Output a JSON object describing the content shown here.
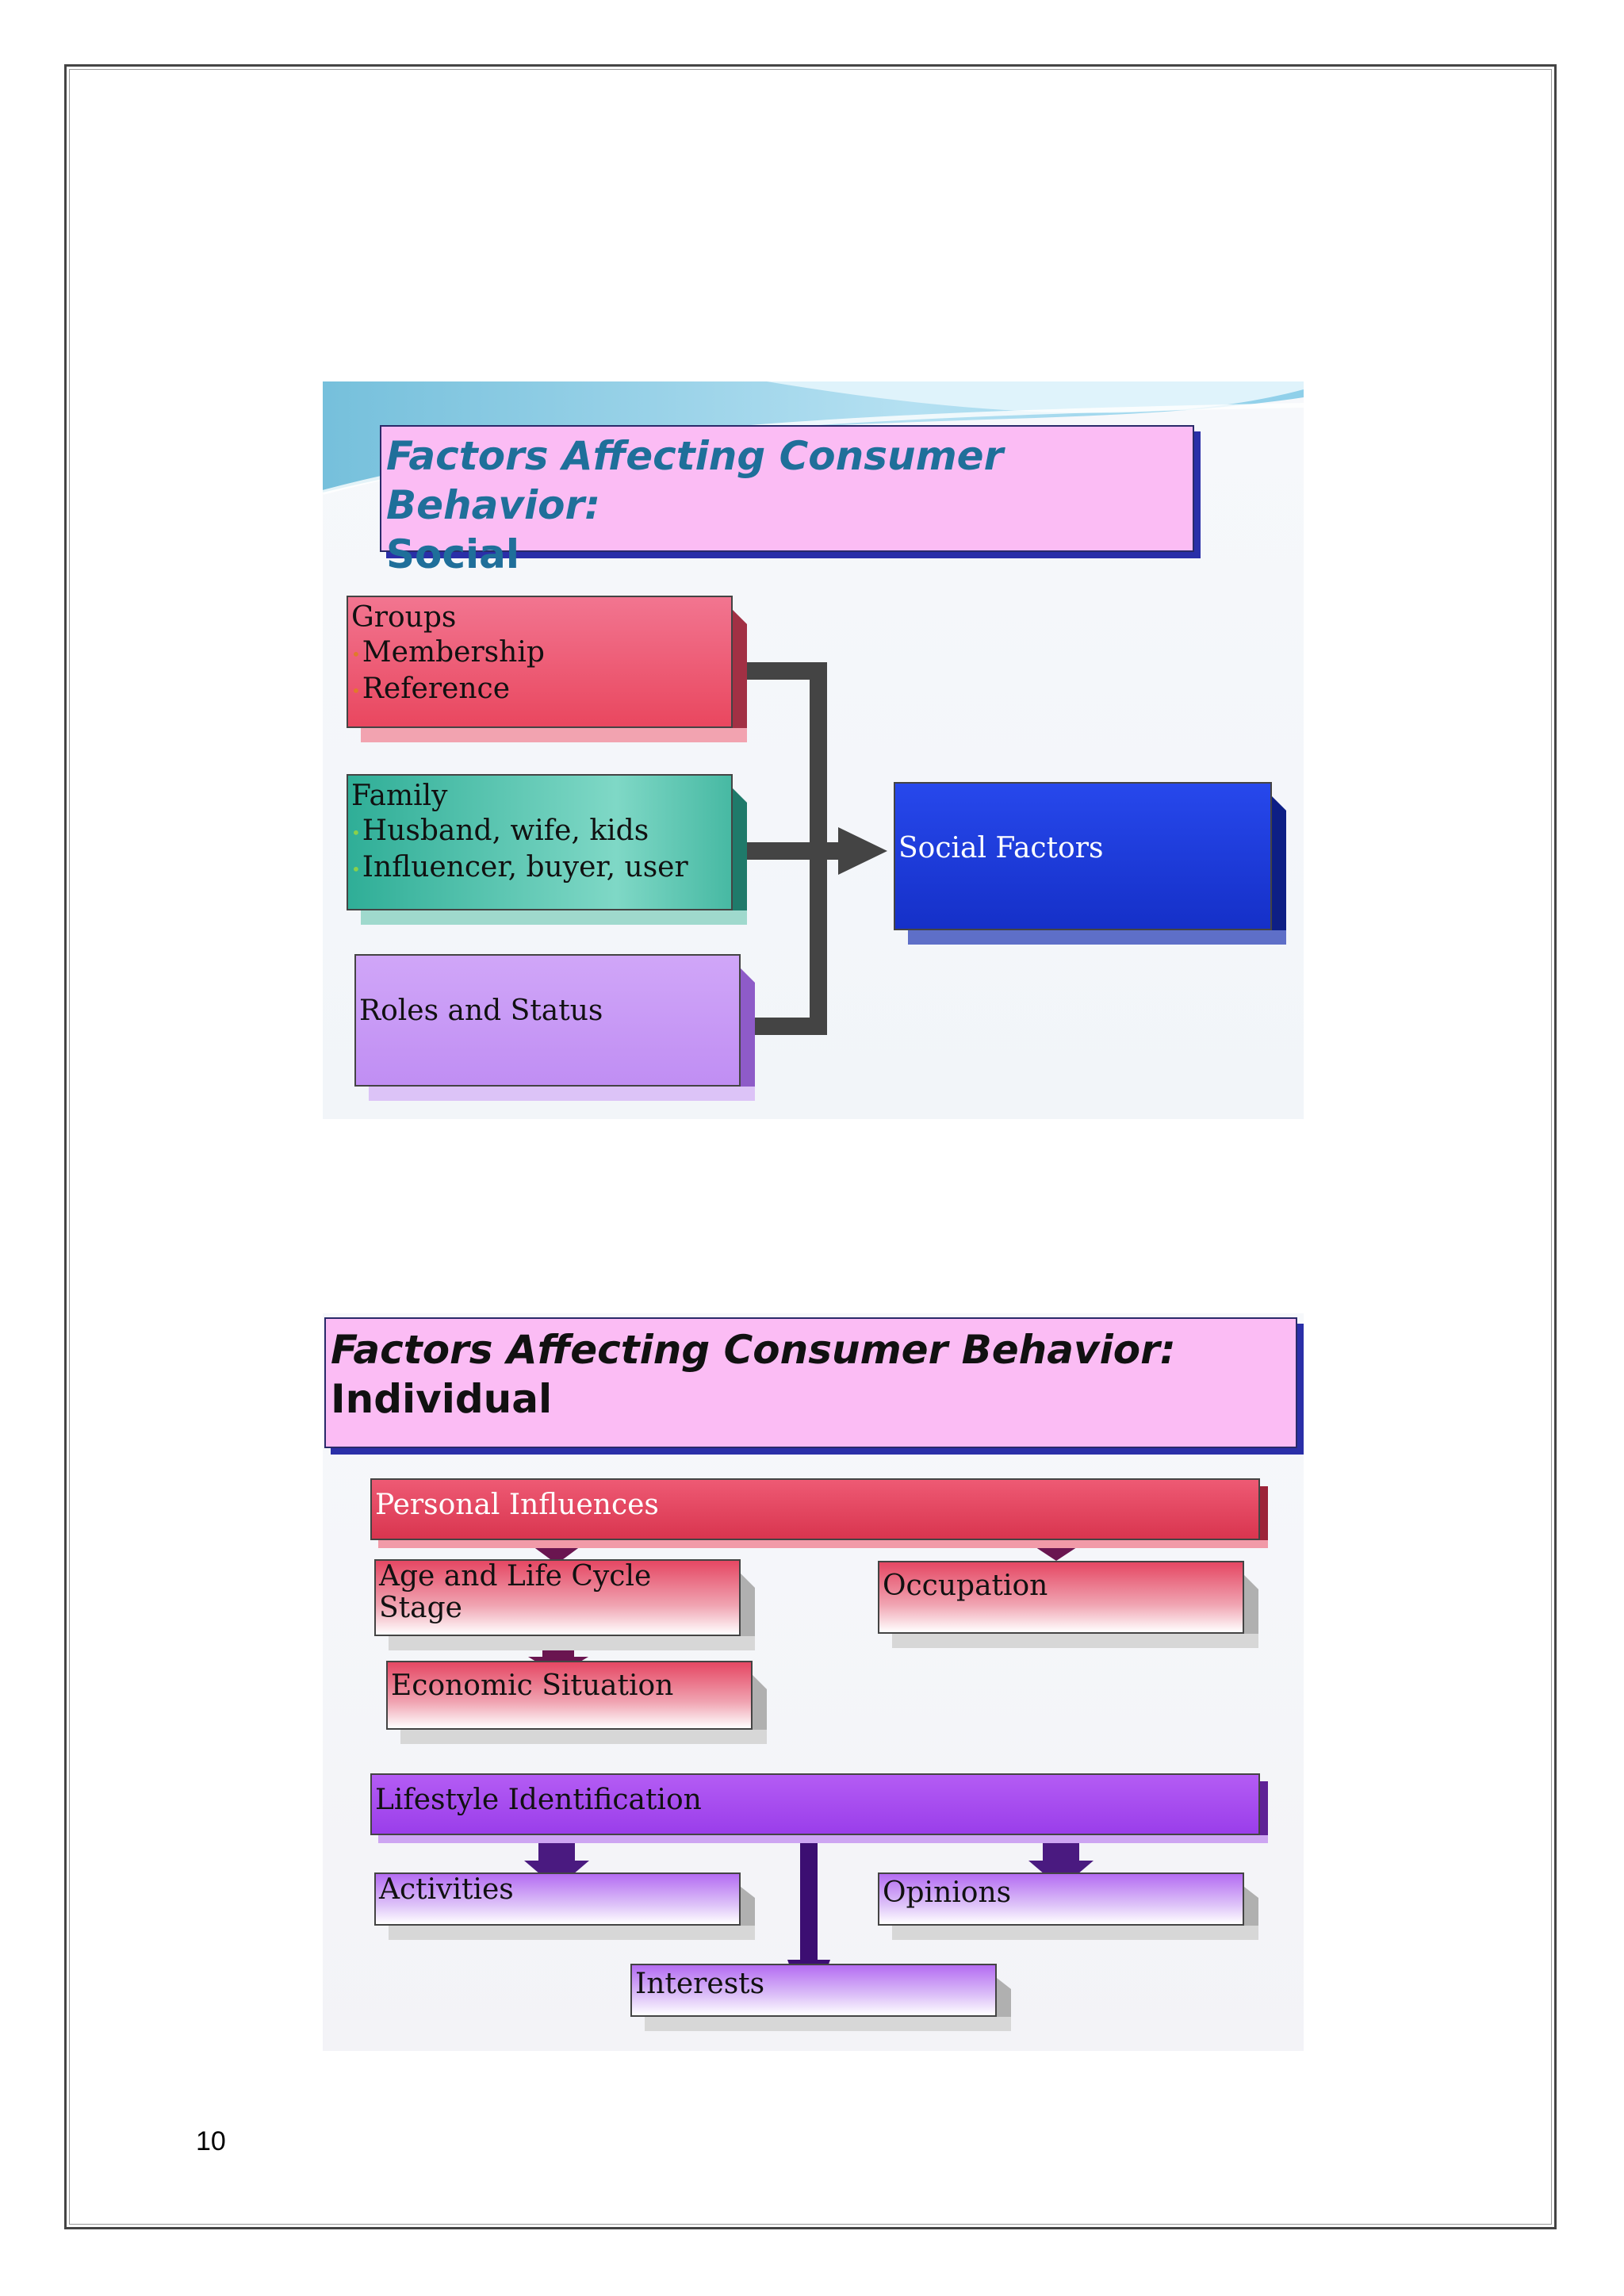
{
  "page": {
    "number": "10"
  },
  "slide_social": {
    "title_line1": "Factors Affecting Consumer Behavior:",
    "title_line2": "Social",
    "groups": {
      "heading": "Groups",
      "items": [
        "Membership",
        "Reference"
      ]
    },
    "family": {
      "heading": "Family",
      "items": [
        "Husband, wife, kids",
        "Influencer, buyer, user"
      ]
    },
    "roles": {
      "label": "Roles and Status"
    },
    "result": {
      "label": "Social Factors"
    }
  },
  "slide_individual": {
    "title_line1": "Factors Affecting Consumer Behavior:",
    "title_line2": "Individual",
    "personal": {
      "label": "Personal Influences"
    },
    "age": {
      "label_line1": "Age and Life Cycle",
      "label_line2": "Stage"
    },
    "occupation": {
      "label": "Occupation"
    },
    "economic": {
      "label": "Economic Situation"
    },
    "lifestyle": {
      "label": "Lifestyle Identification"
    },
    "activities": {
      "label": "Activities"
    },
    "opinions": {
      "label": "Opinions"
    },
    "interests": {
      "label": "Interests"
    }
  },
  "colors": {
    "title_text_social": "#1f6f9a",
    "title_text_individual": "#111111",
    "title_fill": "#fbbcf4",
    "red_box": "#ef5870",
    "teal_box": "#2bb39a",
    "lilac_box": "#c89cf6",
    "blue_box": "#1a3bdc",
    "purple_bar": "#a64cf0",
    "connector": "#444444"
  }
}
